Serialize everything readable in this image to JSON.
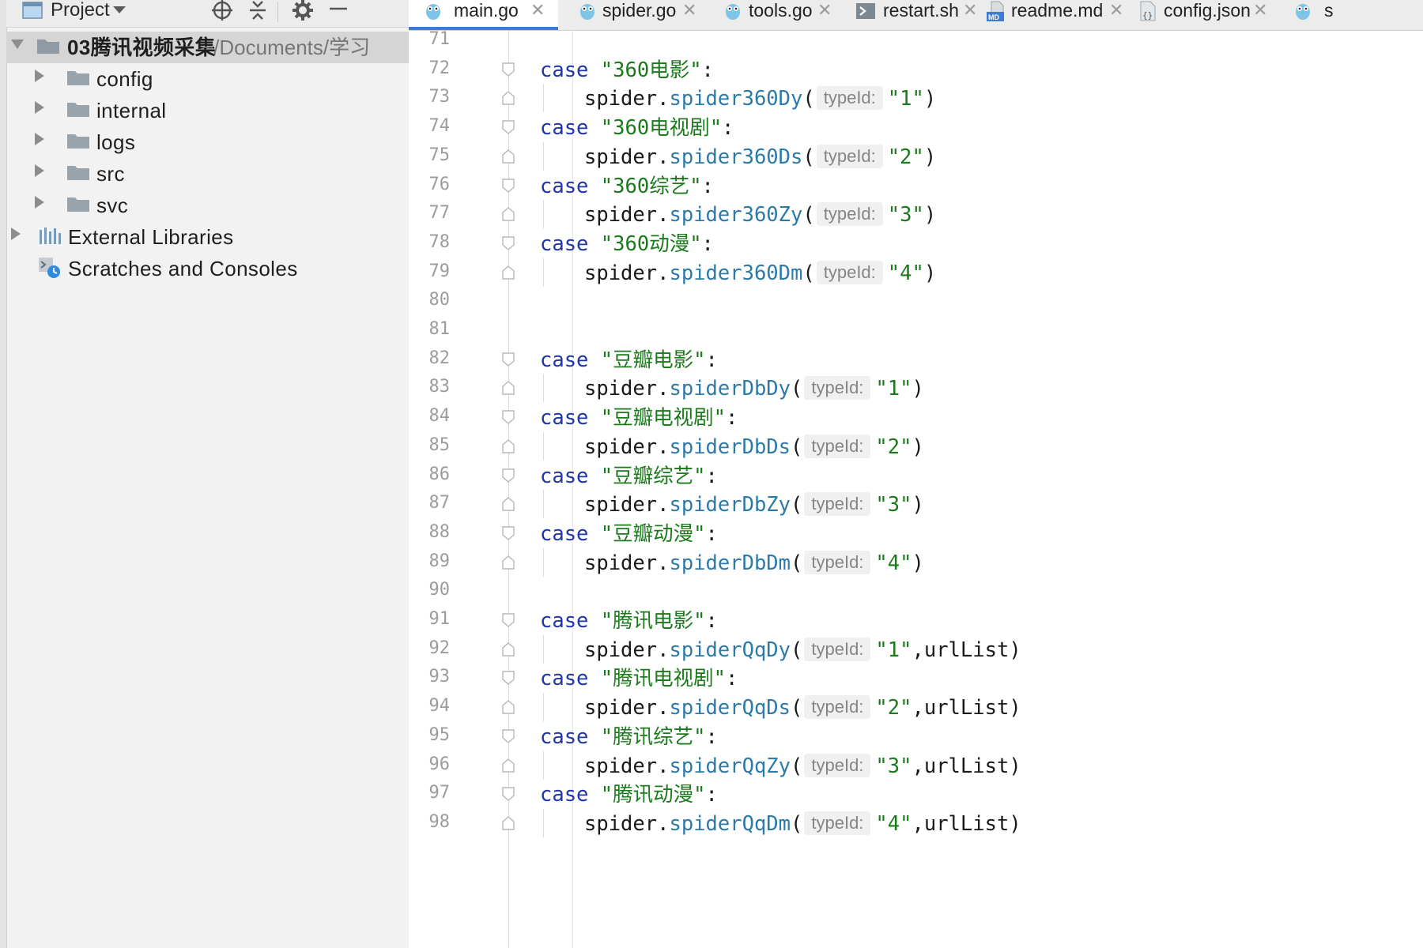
{
  "project_panel": {
    "title": "Project",
    "root": {
      "name": "03腾讯视频采集",
      "path": "~/Documents/学习"
    },
    "folders": [
      "config",
      "internal",
      "logs",
      "src",
      "svc"
    ],
    "external_libraries": "External Libraries",
    "scratches": "Scratches and Consoles"
  },
  "tabs": [
    {
      "label": "main.go",
      "icon": "go-gopher-icon",
      "active": true
    },
    {
      "label": "spider.go",
      "icon": "go-gopher-icon"
    },
    {
      "label": "tools.go",
      "icon": "go-gopher-icon"
    },
    {
      "label": "restart.sh",
      "icon": "shell-script-icon"
    },
    {
      "label": "readme.md",
      "icon": "markdown-file-icon"
    },
    {
      "label": "config.json",
      "icon": "json-file-icon"
    },
    {
      "label": "s",
      "icon": "go-gopher-icon"
    }
  ],
  "colors": {
    "keyword": "#1f35a8",
    "string": "#1b7a1b",
    "function": "#2c7aa8",
    "active_tab": "#3d7bd8"
  },
  "editor": {
    "hint_label": "typeId:",
    "lines": [
      {
        "num": "71"
      },
      {
        "num": "72",
        "kind": "case",
        "label": "\"360电影\""
      },
      {
        "num": "73",
        "kind": "call",
        "fn": "spider360Dy",
        "arg": "\"1\""
      },
      {
        "num": "74",
        "kind": "case",
        "label": "\"360电视剧\""
      },
      {
        "num": "75",
        "kind": "call",
        "fn": "spider360Ds",
        "arg": "\"2\""
      },
      {
        "num": "76",
        "kind": "case",
        "label": "\"360综艺\""
      },
      {
        "num": "77",
        "kind": "call",
        "fn": "spider360Zy",
        "arg": "\"3\""
      },
      {
        "num": "78",
        "kind": "case",
        "label": "\"360动漫\""
      },
      {
        "num": "79",
        "kind": "call",
        "fn": "spider360Dm",
        "arg": "\"4\""
      },
      {
        "num": "80"
      },
      {
        "num": "81"
      },
      {
        "num": "82",
        "kind": "case",
        "label": "\"豆瓣电影\""
      },
      {
        "num": "83",
        "kind": "call",
        "fn": "spiderDbDy",
        "arg": "\"1\""
      },
      {
        "num": "84",
        "kind": "case",
        "label": "\"豆瓣电视剧\""
      },
      {
        "num": "85",
        "kind": "call",
        "fn": "spiderDbDs",
        "arg": "\"2\""
      },
      {
        "num": "86",
        "kind": "case",
        "label": "\"豆瓣综艺\""
      },
      {
        "num": "87",
        "kind": "call",
        "fn": "spiderDbZy",
        "arg": "\"3\""
      },
      {
        "num": "88",
        "kind": "case",
        "label": "\"豆瓣动漫\""
      },
      {
        "num": "89",
        "kind": "call",
        "fn": "spiderDbDm",
        "arg": "\"4\""
      },
      {
        "num": "90"
      },
      {
        "num": "91",
        "kind": "case",
        "label": "\"腾讯电影\""
      },
      {
        "num": "92",
        "kind": "call",
        "fn": "spiderQqDy",
        "arg": "\"1\"",
        "extra": "urlList"
      },
      {
        "num": "93",
        "kind": "case",
        "label": "\"腾讯电视剧\""
      },
      {
        "num": "94",
        "kind": "call",
        "fn": "spiderQqDs",
        "arg": "\"2\"",
        "extra": "urlList"
      },
      {
        "num": "95",
        "kind": "case",
        "label": "\"腾讯综艺\""
      },
      {
        "num": "96",
        "kind": "call",
        "fn": "spiderQqZy",
        "arg": "\"3\"",
        "extra": "urlList"
      },
      {
        "num": "97",
        "kind": "case",
        "label": "\"腾讯动漫\""
      },
      {
        "num": "98",
        "kind": "call",
        "fn": "spiderQqDm",
        "arg": "\"4\"",
        "extra": "urlList"
      }
    ]
  }
}
